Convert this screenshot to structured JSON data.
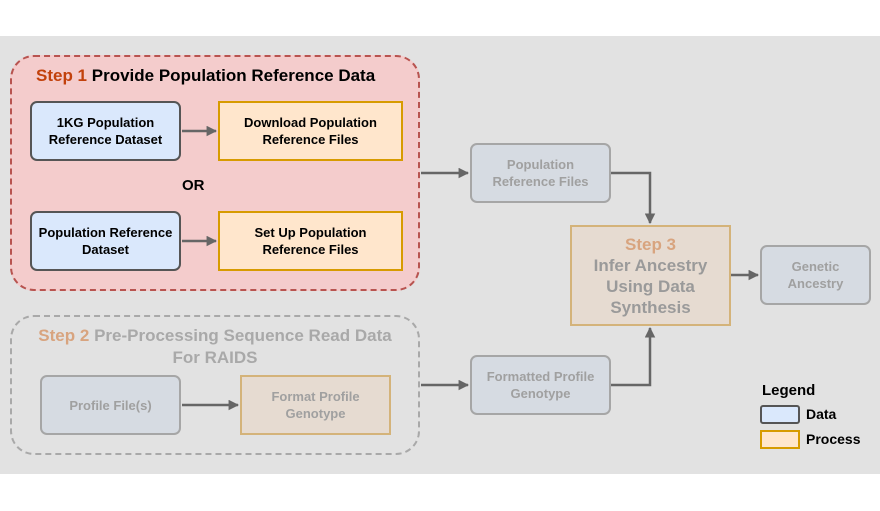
{
  "step1": {
    "prefix": "Step 1",
    "title": "Provide Population Reference Data"
  },
  "step2": {
    "prefix": "Step 2",
    "title_line1": "Pre-Processing Sequence Read Data",
    "title_line2": "For RAIDS"
  },
  "step3": {
    "prefix": "Step 3",
    "line1": "Infer Ancestry",
    "line2": "Using Data",
    "line3": "Synthesis"
  },
  "nodes": {
    "kg_dataset": [
      "1KG Population",
      "Reference Dataset"
    ],
    "download_files": [
      "Download Population",
      "Reference Files"
    ],
    "or_label": "OR",
    "pop_ref_dataset": [
      "Population Reference",
      "Dataset"
    ],
    "setup_files": [
      "Set Up Population",
      "Reference Files"
    ],
    "pop_ref_files": [
      "Population",
      "Reference Files"
    ],
    "profile_files": "Profile File(s)",
    "format_genotype": [
      "Format Profile",
      "Genotype"
    ],
    "formatted_genotype": [
      "Formatted Profile",
      "Genotype"
    ],
    "genetic_ancestry": [
      "Genetic",
      "Ancestry"
    ]
  },
  "legend": {
    "title": "Legend",
    "data_label": "Data",
    "process_label": "Process"
  },
  "colors": {
    "step1_accent": "#c2410c",
    "step1_fill": "#f4cccc",
    "data_fill": "#dae8fc",
    "process_fill": "#ffe6cc",
    "process_border": "#d79b00"
  }
}
